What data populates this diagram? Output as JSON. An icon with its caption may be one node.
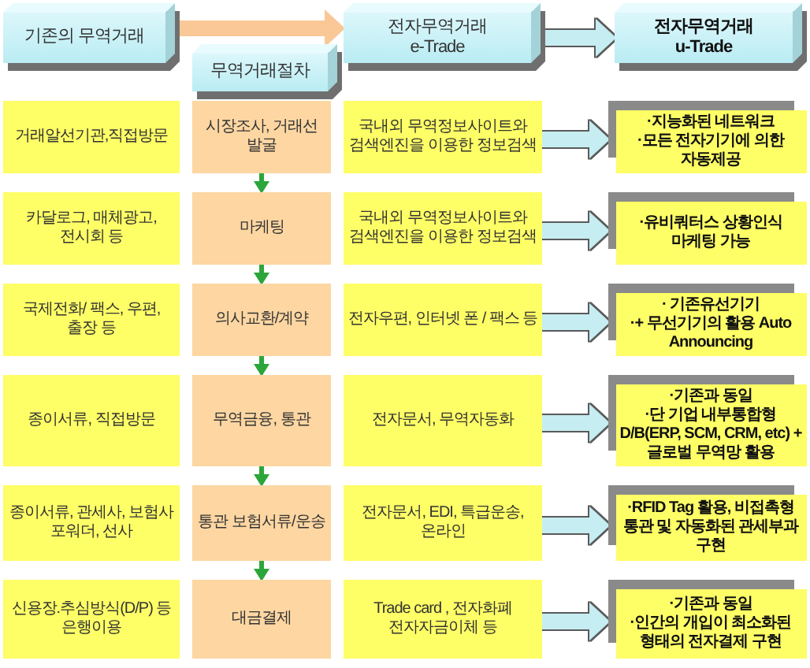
{
  "diagram": {
    "nodes": [
      {
        "text": [
          "기존의 무역거래"
        ]
      },
      {
        "text": [
          "무역거래절차"
        ]
      },
      {
        "text": [
          "전자무역거래 e-Trade"
        ]
      },
      {
        "text": [
          "전자무역거래 u-Trade"
        ]
      },
      {
        "text": [
          "거래알선기관,직접방문"
        ]
      },
      {
        "text": [
          "시장조사, 거래선 발굴"
        ]
      },
      {
        "text": [
          "국내외 무역정보사이트와 검색엔진을 이용한 정보검색"
        ]
      },
      {
        "text": [
          "·지능화된 네트워크",
          "·모든 전자기기에 의한 자동제공"
        ]
      },
      {
        "text": [
          "카달로그, 매체광고, 전시회 등"
        ]
      },
      {
        "text": [
          "마케팅"
        ]
      },
      {
        "text": [
          "국내외 무역정보사이트와 검색엔진을 이용한 정보검색"
        ]
      },
      {
        "text": [
          "·유비쿼터스 상황인식 마케팅 가능"
        ]
      },
      {
        "text": [
          "국제전화/ 팩스, 우편, 출장 등"
        ]
      },
      {
        "text": [
          "의사교환/계약"
        ]
      },
      {
        "text": [
          "전자우편, 인터넷 폰 / 팩스 등"
        ]
      },
      {
        "text": [
          "· 기존유선기기",
          "·+ 무선기기의 활용 Auto Announcing"
        ]
      },
      {
        "text": [
          "종이서류, 직접방문"
        ]
      },
      {
        "text": [
          "무역금융, 통관"
        ]
      },
      {
        "text": [
          "전자문서, 무역자동화"
        ]
      },
      {
        "text": [
          "·기존과 동일",
          "·단 기업 내부통합형 D/B(ERP, SCM, CRM, etc) + 글로벌 무역망 활용"
        ]
      },
      {
        "text": [
          "종이서류, 관세사, 보험사 포워더, 선사"
        ]
      },
      {
        "text": [
          "통관 보험서류/운송"
        ]
      },
      {
        "text": [
          "전자문서, EDI, 특급운송, 온라인"
        ]
      },
      {
        "text": [
          "·RFID Tag 활용, 비접촉형 통관 및 자동화된 관세부과 구현"
        ]
      },
      {
        "text": [
          "신용장.추심방식(D/P) 등 은행이용"
        ]
      },
      {
        "text": [
          "대금결제"
        ]
      },
      {
        "text": [
          "Trade card , 전자화폐 전자자금이체 등"
        ]
      },
      {
        "text": [
          "·기존과 동일",
          "·인간의 개입이 최소화된 형태의 전자결제 구현"
        ]
      }
    ],
    "edges": [
      {
        "from": 0,
        "to": 2,
        "arrow": "to",
        "color": "#f9c896"
      },
      {
        "from": 2,
        "to": 3,
        "arrow": "to"
      },
      {
        "from": 6,
        "to": 7,
        "arrow": "to"
      },
      {
        "from": 5,
        "to": 9,
        "arrow": "to",
        "color": "#2ca63a"
      },
      {
        "from": 10,
        "to": 11,
        "arrow": "to"
      },
      {
        "from": 9,
        "to": 13,
        "arrow": "to",
        "color": "#2ca63a"
      },
      {
        "from": 14,
        "to": 15,
        "arrow": "to"
      },
      {
        "from": 13,
        "to": 17,
        "arrow": "to",
        "color": "#2ca63a"
      },
      {
        "from": 18,
        "to": 19,
        "arrow": "to"
      },
      {
        "from": 17,
        "to": 21,
        "arrow": "to",
        "color": "#2ca63a"
      },
      {
        "from": 22,
        "to": 23,
        "arrow": "to"
      },
      {
        "from": 21,
        "to": 25,
        "arrow": "to",
        "color": "#2ca63a"
      },
      {
        "from": 26,
        "to": 27,
        "arrow": "to"
      }
    ]
  }
}
